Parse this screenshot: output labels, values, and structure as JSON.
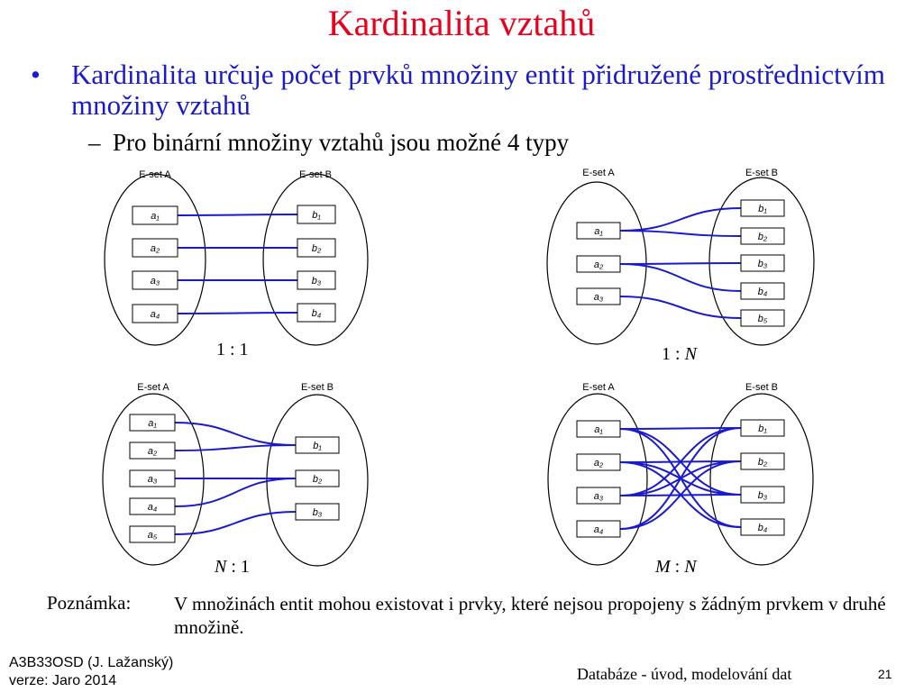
{
  "slide": {
    "title": "Kardinalita vztahů",
    "bullet_marker": "•",
    "bullet": "Kardinalita určuje počet prvků množiny entit přidružené prostřednictvím množiny vztahů",
    "sub_marker": "–",
    "sub_bullet": "Pro binární množiny vztahů jsou možné 4 typy"
  },
  "diagrams": {
    "one_to_one": {
      "set_a_label": "E-set A",
      "set_b_label": "E-set B",
      "a_items": [
        "a1",
        "a2",
        "a3",
        "a4"
      ],
      "b_items": [
        "b1",
        "b2",
        "b3",
        "b4"
      ],
      "links": [
        [
          0,
          0
        ],
        [
          1,
          1
        ],
        [
          2,
          2
        ],
        [
          3,
          3
        ]
      ],
      "ratio": "1 : 1"
    },
    "one_to_many": {
      "set_a_label": "E-set A",
      "set_b_label": "E-set B",
      "a_items": [
        "a1",
        "a2",
        "a3"
      ],
      "b_items": [
        "b1",
        "b2",
        "b3",
        "b4",
        "b5"
      ],
      "links": [
        [
          0,
          0
        ],
        [
          0,
          1
        ],
        [
          1,
          2
        ],
        [
          1,
          3
        ],
        [
          2,
          4
        ]
      ],
      "ratio_prefix": "1 : ",
      "ratio_var": "N"
    },
    "many_to_one": {
      "set_a_label": "E-set A",
      "set_b_label": "E-set B",
      "a_items": [
        "a1",
        "a2",
        "a3",
        "a4",
        "a5"
      ],
      "b_items": [
        "b1",
        "b2",
        "b3"
      ],
      "links": [
        [
          0,
          0
        ],
        [
          1,
          0
        ],
        [
          2,
          1
        ],
        [
          3,
          1
        ],
        [
          4,
          2
        ]
      ],
      "ratio_var": "N",
      "ratio_suffix": " : 1"
    },
    "many_to_many": {
      "set_a_label": "E-set A",
      "set_b_label": "E-set B",
      "a_items": [
        "a1",
        "a2",
        "a3",
        "a4"
      ],
      "b_items": [
        "b1",
        "b2",
        "b3",
        "b4"
      ],
      "links": [
        [
          0,
          0
        ],
        [
          0,
          2
        ],
        [
          0,
          3
        ],
        [
          1,
          1
        ],
        [
          1,
          2
        ],
        [
          1,
          3
        ],
        [
          2,
          0
        ],
        [
          2,
          1
        ],
        [
          2,
          2
        ],
        [
          3,
          0
        ],
        [
          3,
          1
        ]
      ],
      "ratio_var_left": "M",
      "ratio_sep": " : ",
      "ratio_var_right": "N"
    }
  },
  "note": {
    "label": "Poznámka:",
    "text": "V množinách entit mohou existovat i prvky, které nejsou propojeny s žádným prvkem v druhé množině."
  },
  "footer": {
    "course": "A3B33OSD (J. Lažanský)",
    "version": "verze: Jaro 2014",
    "topic": "Databáze - úvod, modelování dat",
    "page": "21"
  },
  "colors": {
    "title": "#e8001c",
    "bullet": "#1a1acd",
    "link": "#1a1acd"
  }
}
